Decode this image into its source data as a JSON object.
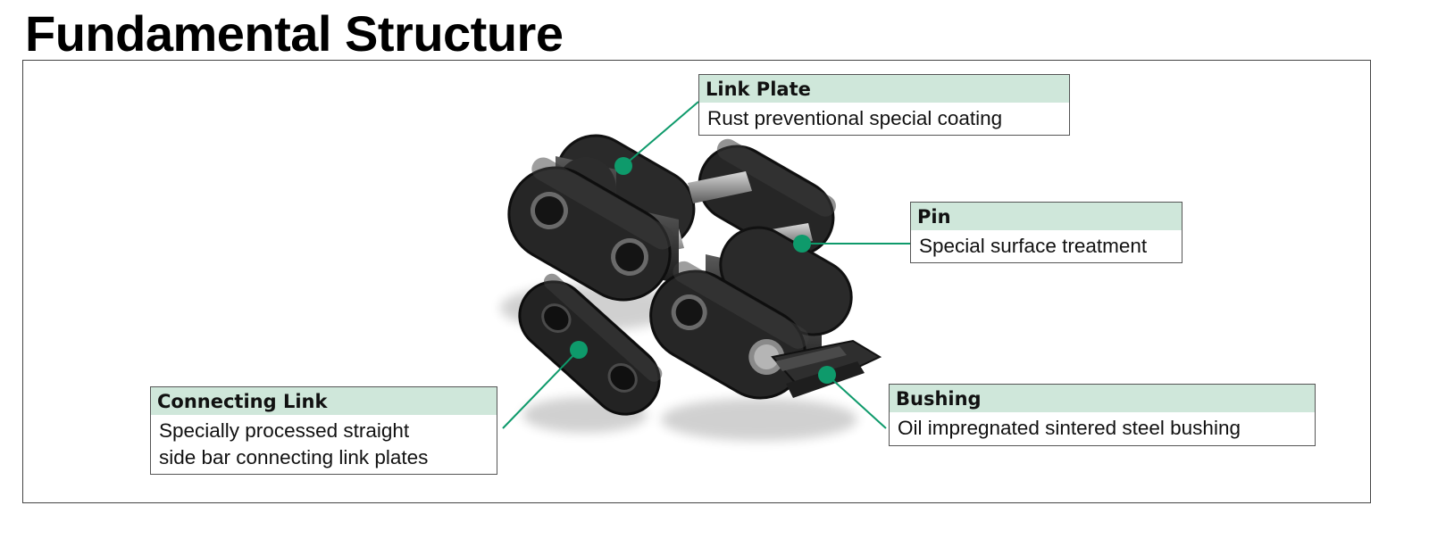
{
  "title": "Fundamental Structure",
  "accent_color": "#0e9a6b",
  "header_fill_color": "#cfe7da",
  "labels": {
    "link_plate": {
      "heading": "Link Plate",
      "lines": [
        "Rust preventional special coating"
      ]
    },
    "pin": {
      "heading": "Pin",
      "lines": [
        "Special surface treatment"
      ]
    },
    "connecting_link": {
      "heading": "Connecting Link",
      "lines": [
        "Specially processed straight",
        "side bar connecting link plates"
      ]
    },
    "bushing": {
      "heading": "Bushing",
      "lines": [
        "Oil impregnated sintered steel bushing"
      ]
    }
  }
}
